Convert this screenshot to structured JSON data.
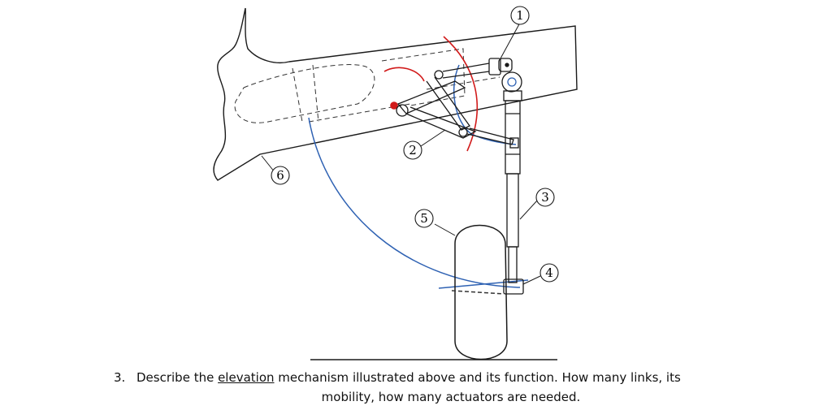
{
  "labels": [
    {
      "id": "1",
      "text": "1"
    },
    {
      "id": "2",
      "text": "2"
    },
    {
      "id": "3",
      "text": "3"
    },
    {
      "id": "4",
      "text": "4"
    },
    {
      "id": "5",
      "text": "5"
    },
    {
      "id": "6",
      "text": "6"
    }
  ],
  "colors": {
    "stroke": "#1a1a1a",
    "red": "#d11a1a",
    "blue": "#2f62b3",
    "dashed": "#333333"
  },
  "question": {
    "number": "3.",
    "before": "Describe the ",
    "underlined": "elevation",
    "after": " mechanism illustrated above and its function. How many links, its",
    "line2": "mobility, how many actuators are needed."
  }
}
